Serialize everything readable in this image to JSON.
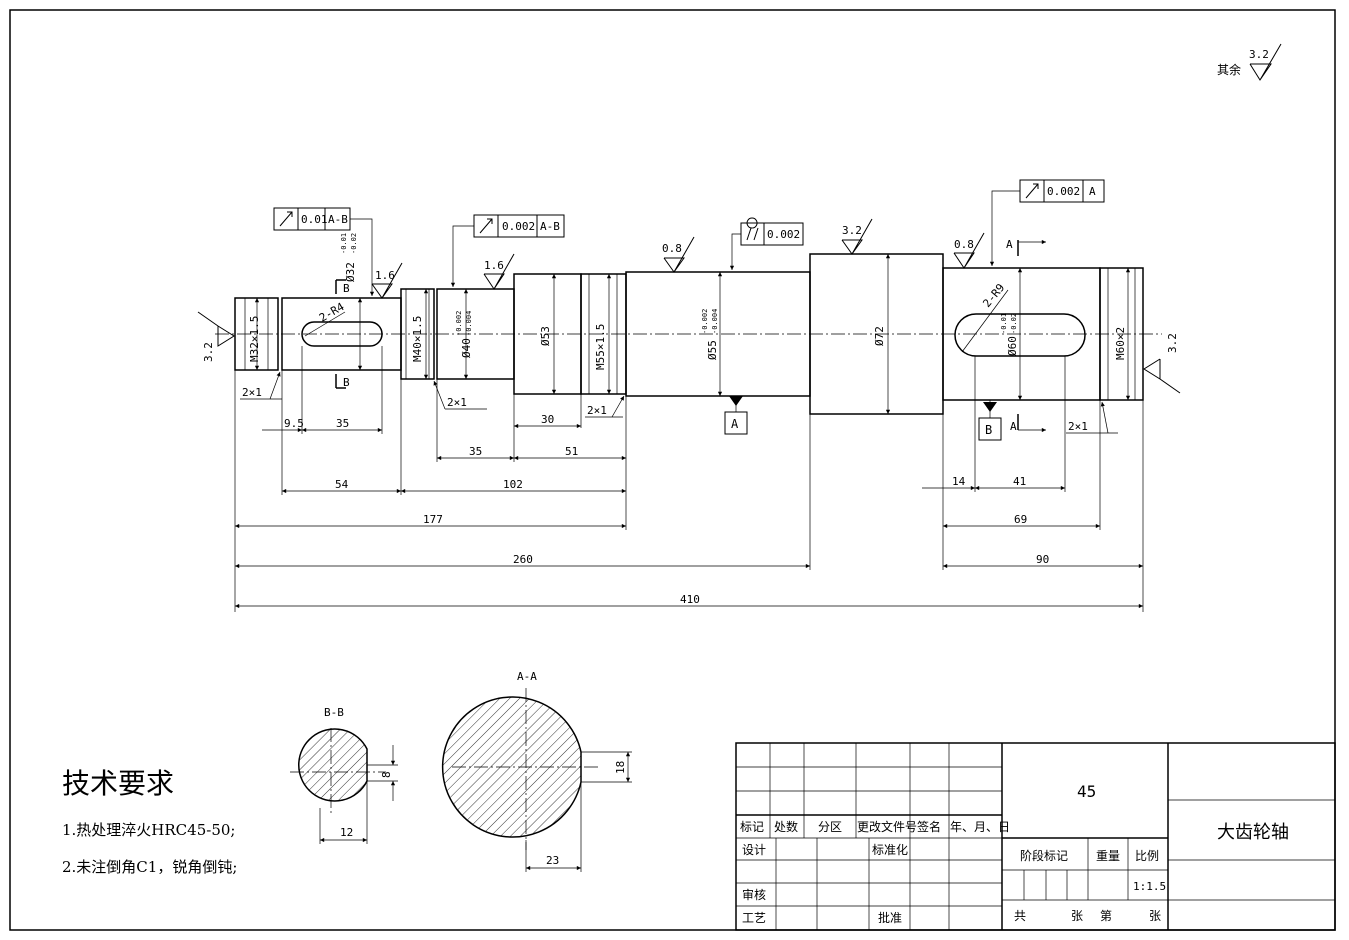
{
  "roughness": {
    "other_label": "其余",
    "general": "3.2",
    "marks": [
      "1.6",
      "1.6",
      "0.8",
      "3.2",
      "0.8",
      "3.2",
      "3.2"
    ]
  },
  "tolerance_frames": [
    {
      "symbol": "circular-runout",
      "value": "0.01",
      "datum": "A-B"
    },
    {
      "symbol": "circular-runout",
      "value": "0.002",
      "datum": "A-B"
    },
    {
      "symbol": "cylindricity",
      "value": "0.002",
      "datum": ""
    },
    {
      "symbol": "circular-runout",
      "value": "0.002",
      "datum": "A"
    }
  ],
  "datums": {
    "a": "A",
    "b": "B"
  },
  "section_markers": {
    "b1": "B",
    "b2": "B",
    "a1": "A",
    "a2": "A"
  },
  "shaft_labels": {
    "m32": "M32×1.5",
    "d32": "Ø32",
    "d32_tol_up": "-0.01",
    "d32_tol_lo": "-0.02",
    "m40": "M40×1.5",
    "d40": "Ø40",
    "d40_tol_up": "-0.002",
    "d40_tol_lo": "-0.004",
    "d53": "Ø53",
    "m55": "M55×1.5",
    "d55": "Ø55",
    "d55_tol_up": "-0.002",
    "d55_tol_lo": "-0.004",
    "d72": "Ø72",
    "d60": "Ø60",
    "d60_tol_up": "-0.01",
    "d60_tol_lo": "-0.02",
    "m60": "M60×2",
    "keyway_r1": "2-R4",
    "keyway_r2": "2-R9"
  },
  "chamfers": [
    "2×1",
    "2×1",
    "2×1",
    "2×1"
  ],
  "dimensions": {
    "d9_5": "9.5",
    "d35a": "35",
    "d30": "30",
    "d35b": "35",
    "d51": "51",
    "d54": "54",
    "d102": "102",
    "d177": "177",
    "d260": "260",
    "d410": "410",
    "d14": "14",
    "d41": "41",
    "d69": "69",
    "d90": "90"
  },
  "sections": {
    "bb": {
      "title": "B-B",
      "width": "8",
      "depth": "12"
    },
    "aa": {
      "title": "A-A",
      "width": "18",
      "depth": "23"
    }
  },
  "tech_requirements": {
    "title": "技术要求",
    "items": [
      "1.热处理淬火HRC45-50;",
      "2.未注倒角C1，锐角倒钝;"
    ]
  },
  "title_block": {
    "material": "45",
    "part_name": "大齿轮轴",
    "headers": [
      "标记",
      "处数",
      "分区",
      "更改文件号",
      "签名",
      "年、月、日"
    ],
    "design": "设计",
    "standardize": "标准化",
    "review": "审核",
    "process": "工艺",
    "approve": "批准",
    "stage_mark": "阶段标记",
    "weight": "重量",
    "scale_label": "比例",
    "scale": "1:1.5",
    "total": "共",
    "sheet": "张",
    "number": "第",
    "sheet2": "张"
  }
}
